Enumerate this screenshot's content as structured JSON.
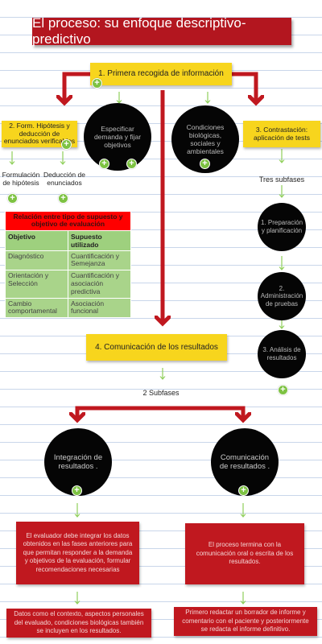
{
  "title": "El proceso: su enfoque descriptivo-predictivo",
  "phase1": {
    "label": "1. Primera recogida de información"
  },
  "phase2": {
    "label": "2. Form. Hipótesis y deducción de enunciados verificables",
    "sub_left": "Formulación de hipótesis",
    "sub_right": "Deducción de enunciados"
  },
  "circle_demand": "Especificar demanda y fijar objetivos",
  "circle_conditions": "Condiciones biológicas, sociales y ambientales",
  "phase3": {
    "label": "3. Contrastación: aplicación de tests",
    "subphases_label": "Tres subfases",
    "steps": [
      "1. Preparación y planificación",
      "2. Administración de pruebas",
      "3. Análisis de resultados"
    ]
  },
  "table": {
    "caption": "Relación entre tipo de supuesto y objetivo de evaluación",
    "headers": [
      "Objetivo",
      "Supuesto utilizado"
    ],
    "rows": [
      [
        "Diagnóstico",
        "Cuantificación y Semejanza"
      ],
      [
        "Orientación y Selección",
        "Cuantificación y asociación predictiva"
      ],
      [
        "Cambio comportamental",
        "Asociación funcional"
      ]
    ]
  },
  "phase4": {
    "label": "4. Comunicación de los resultados",
    "subphases_label": "2 Subfases",
    "left_circle": "Integración de resultados .",
    "right_circle": "Comunicación de resultados .",
    "left_box": "El evaluador debe integrar los datos obtenidos en las fases anteriores para que permitan responder a la demanda y objetivos de la evaluación, formular recomendaciones necesarias",
    "right_box": "El proceso termina con la comunicación oral o escrita de los resultados.",
    "left_note": "Datos como el contexto, aspectos personales del evaluado, condiciones biológicas también se incluyen en los resultados.",
    "right_note": "Primero redactar un borrador de informe y comentario con el paciente y posteriormente se redacta el informe definitivo."
  },
  "colors": {
    "banner": "#b3161f",
    "yellow": "#f7d51d",
    "red_arrow": "#c0181f",
    "green": "#7dc242"
  },
  "icons": [
    "plus-icon",
    "arrow-down-icon"
  ]
}
